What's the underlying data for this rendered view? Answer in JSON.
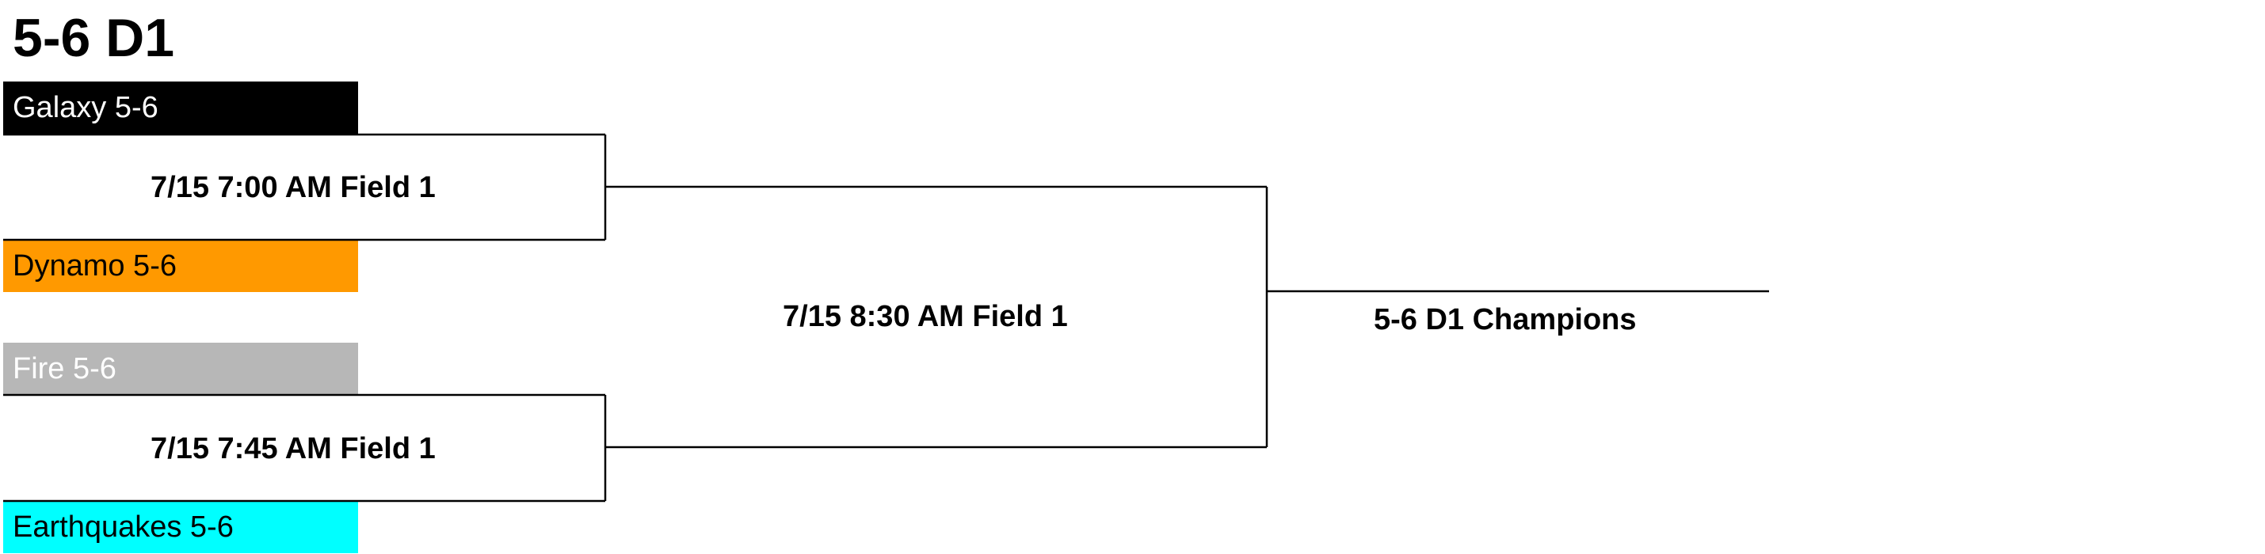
{
  "title": "5-6 D1",
  "teams": [
    {
      "name": "Galaxy 5-6",
      "bg": "#000000",
      "fg": "#ffffff"
    },
    {
      "name": "Dynamo 5-6",
      "bg": "#ff9900",
      "fg": "#000000"
    },
    {
      "name": "Fire 5-6",
      "bg": "#b7b7b7",
      "fg": "#ffffff"
    },
    {
      "name": "Earthquakes 5-6",
      "bg": "#00ffff",
      "fg": "#000000"
    }
  ],
  "games": [
    {
      "label": "7/15 7:00 AM Field 1"
    },
    {
      "label": "7/15 7:45 AM Field 1"
    },
    {
      "label": "7/15 8:30 AM Field 1"
    }
  ],
  "champions": {
    "label": "5-6 D1 Champions"
  }
}
